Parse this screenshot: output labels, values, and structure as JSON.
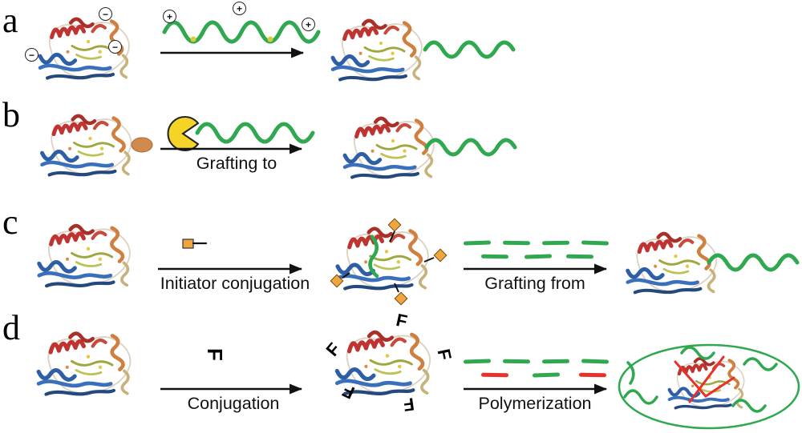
{
  "rows": {
    "a": {
      "letter": "a"
    },
    "b": {
      "letter": "b",
      "arrow_label": "Grafting to"
    },
    "c": {
      "letter": "c",
      "step1_label": "Initiator conjugation",
      "step2_label": "Grafting from"
    },
    "d": {
      "letter": "d",
      "step1_label": "Conjugation",
      "step2_label": "Polymerization"
    }
  },
  "symbols": {
    "minus": "−",
    "plus": "+",
    "functional_monomer": "F"
  },
  "colors": {
    "polymer_green": "#2fa84f",
    "monomer_red": "#e8312a",
    "initiator_orange": "#f0a63c",
    "clamp_yellow": "#f5d327",
    "arrow_black": "#111111",
    "background": "#ffffff"
  }
}
